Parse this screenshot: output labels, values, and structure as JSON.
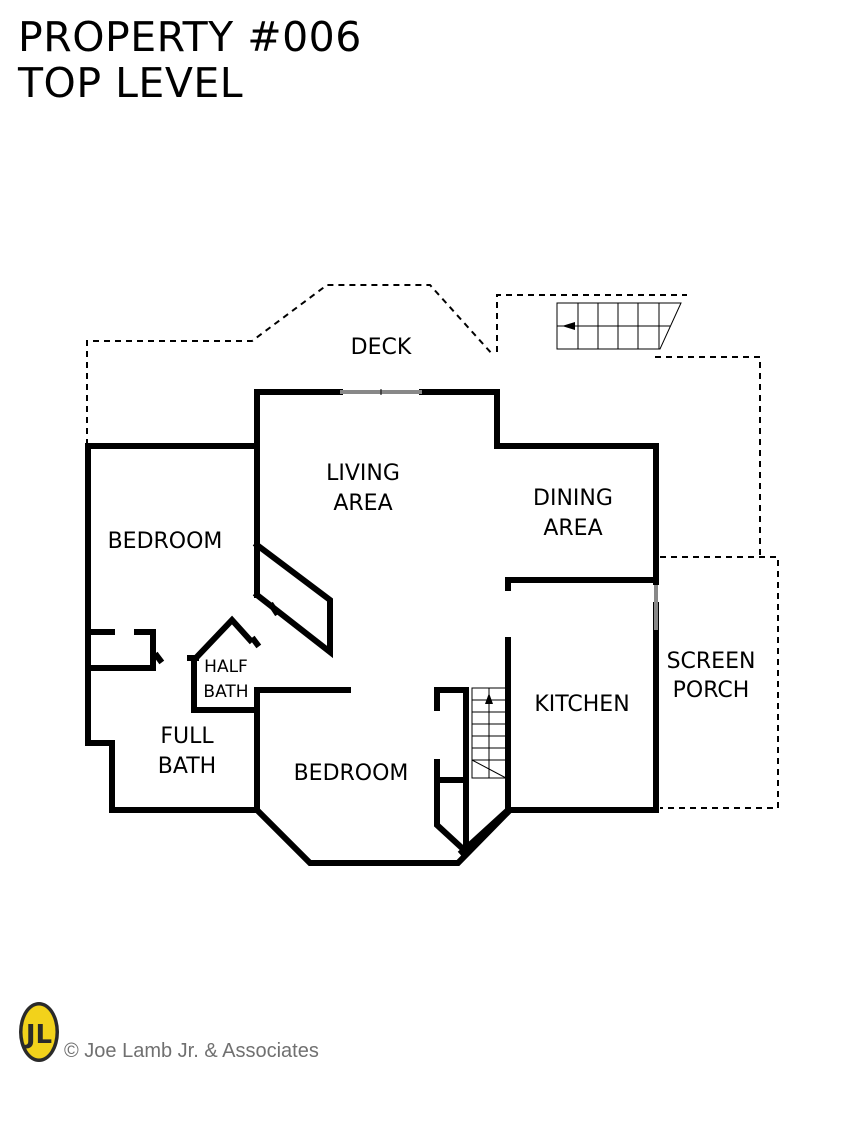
{
  "header": {
    "title_line1": "PROPERTY #006",
    "title_line2": "TOP LEVEL"
  },
  "rooms": {
    "deck": "DECK",
    "living_area": [
      "LIVING",
      "AREA"
    ],
    "dining_area": [
      "DINING",
      "AREA"
    ],
    "bedroom_left": "BEDROOM",
    "half_bath": [
      "HALF",
      "BATH"
    ],
    "full_bath": [
      "FULL",
      "BATH"
    ],
    "bedroom_bottom": "BEDROOM",
    "kitchen": "KITCHEN",
    "screen_porch": [
      "SCREEN",
      "PORCH"
    ]
  },
  "footer": {
    "logo_text": "JL",
    "credit": "© Joe Lamb Jr. & Associates"
  },
  "colors": {
    "wall": "#000000",
    "logo_yellow": "#f2d21b",
    "logo_dark": "#2a2a2a",
    "credit_gray": "#707070"
  }
}
